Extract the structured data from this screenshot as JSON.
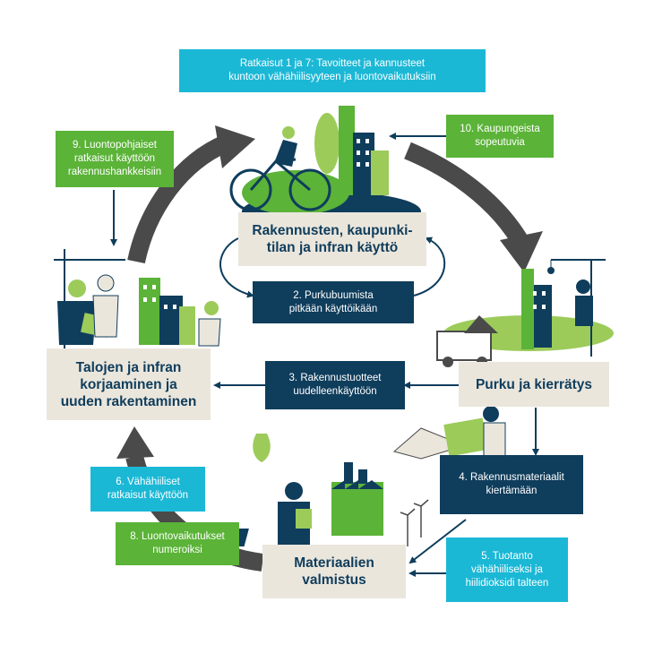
{
  "colors": {
    "cyan": "#1bb8d6",
    "green": "#5bb338",
    "navy": "#0f3d5c",
    "beige": "#ebe6dc",
    "arrow_gray": "#4a4a4a",
    "light_green": "#9ccb5a"
  },
  "top_banner": "Ratkaisut 1 ja 7: Tavoitteet ja kannusteet\nkuntoon vähähiilisyyteen ja luontovaikutuksiin",
  "stages": {
    "use": "Rakennusten, kaupunki-\ntilan ja infran käyttö",
    "demolition": "Purku ja kierrätys",
    "manufacturing": "Materiaalien\nvalmistus",
    "repair": "Talojen ja infran\nkorjaaminen ja\nuuden rakentaminen"
  },
  "solutions": {
    "s2": "2. Purkubuumista\npitkään käyttöikään",
    "s3": "3. Rakennustuotteet\nuudelleenkäyttöön",
    "s4": "4. Rakennusmateriaalit\nkiertämään",
    "s5": "5. Tuotanto\nvähähiiliseksi ja\nhiilidioksidi talteen",
    "s6": "6. Vähähiiliset\nratkaisut käyttöön",
    "s8": "8. Luontovaikutukset\nnumeroiksi",
    "s9": "9. Luontopohjaiset\nratkaisut käyttöön\nrakennushankkeisiin",
    "s10": "10. Kaupungeista\nsopeutuvia"
  },
  "illustrations": [
    "cyclist-city-icon",
    "demolition-site-icon",
    "factory-worker-icon",
    "construction-team-icon"
  ]
}
